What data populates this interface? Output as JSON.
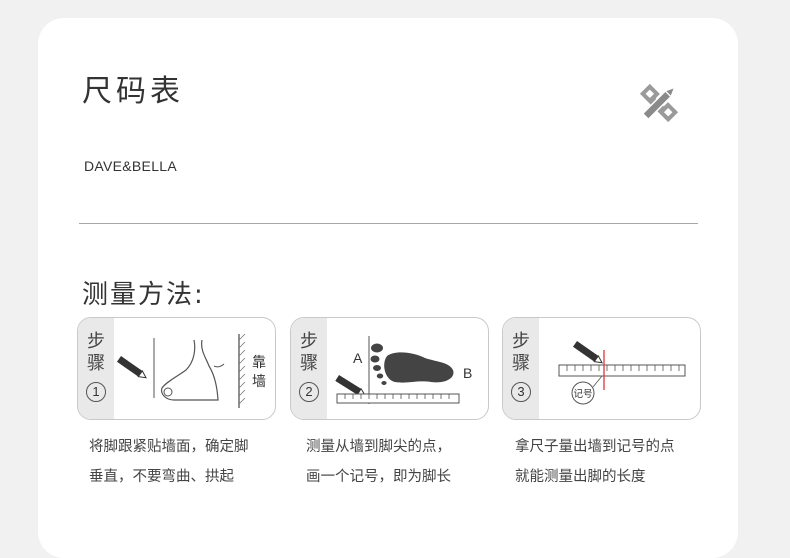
{
  "header": {
    "title": "尺码表",
    "brand": "DAVE&BELLA",
    "icon": "ruler-pencil-icon"
  },
  "section": {
    "title": "测量方法:"
  },
  "steps": [
    {
      "label_chars": [
        "步",
        "骤"
      ],
      "number": "1",
      "figure_labels": [
        "靠",
        "墙"
      ],
      "desc_lines": [
        "将脚跟紧贴墙面，确定脚",
        "垂直，不要弯曲、拱起"
      ]
    },
    {
      "label_chars": [
        "步",
        "骤"
      ],
      "number": "2",
      "figure_labels": [
        "A",
        "B"
      ],
      "desc_lines": [
        "测量从墙到脚尖的点，",
        "画一个记号，即为脚长"
      ]
    },
    {
      "label_chars": [
        "步",
        "骤"
      ],
      "number": "3",
      "figure_labels": [
        "记号"
      ],
      "desc_lines": [
        "拿尺子量出墙到记号的点",
        "就能测量出脚的长度"
      ]
    }
  ],
  "colors": {
    "background": "#f1f1f1",
    "card": "#ffffff",
    "label_bg": "#e9e9e9",
    "mark_red": "#d9373a",
    "foot_fill": "#444444"
  }
}
